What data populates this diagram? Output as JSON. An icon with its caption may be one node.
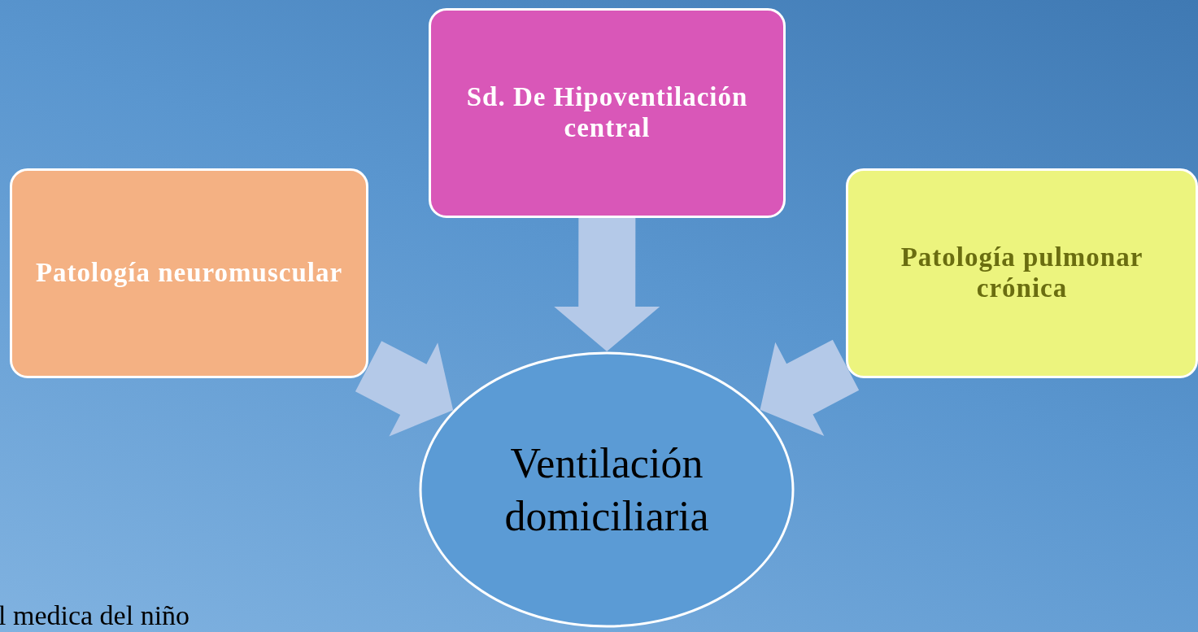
{
  "diagram": {
    "nodes": [
      {
        "text": [
          "Patología neuromuscular"
        ]
      },
      {
        "text": [
          "Sd. De Hipoventilación central"
        ]
      },
      {
        "text": [
          "Patología pulmonar crónica"
        ]
      },
      {
        "text": [
          "Ventilación domiciliaria"
        ]
      }
    ],
    "edges": [
      {
        "from": 0,
        "to": 3,
        "arrow": "to"
      },
      {
        "from": 1,
        "to": 3,
        "arrow": "to"
      },
      {
        "from": 2,
        "to": 3,
        "arrow": "to"
      }
    ],
    "labels": [
      "l medica del niño"
    ]
  }
}
